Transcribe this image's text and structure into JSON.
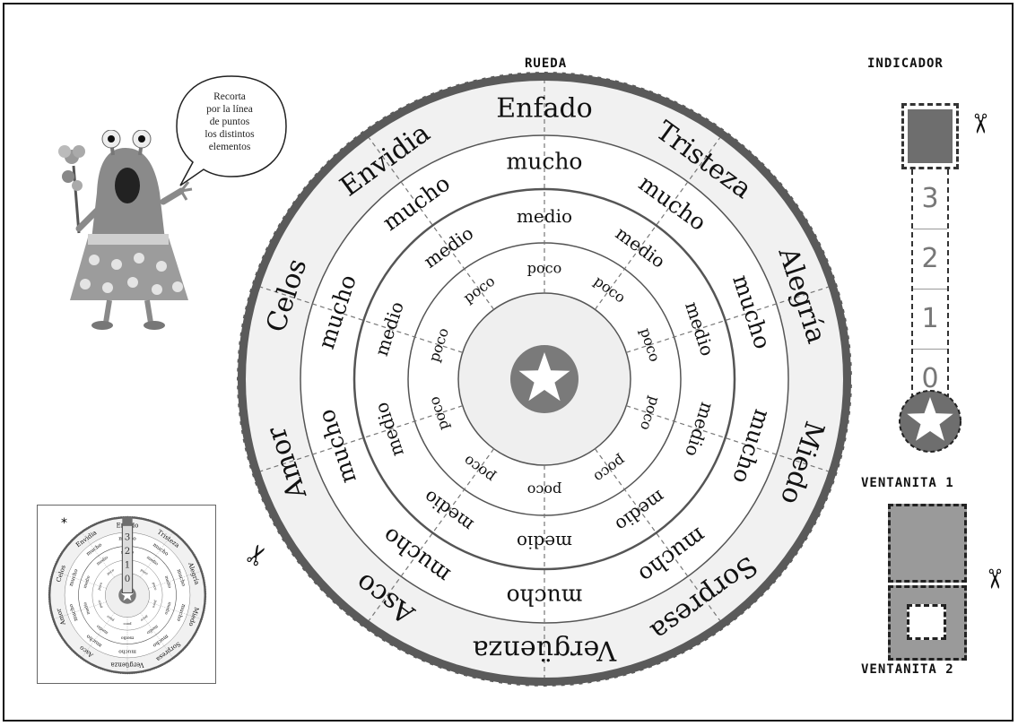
{
  "titles": {
    "wheel": "RUEDA",
    "indicator": "INDICADOR",
    "window1": "VENTANITA 1",
    "window2": "VENTANITA 2"
  },
  "speech_bubble": [
    "Recorta",
    "por la línea",
    "de puntos",
    "los distintos",
    "elementos"
  ],
  "emotions": [
    "Celos",
    "Envidia",
    "Enfado",
    "Tristeza",
    "Alegría",
    "Miedo",
    "Sorpresa",
    "Vergüenza",
    "Asco",
    "Amor"
  ],
  "levels": {
    "outer": "mucho",
    "middle": "medio",
    "inner": "poco"
  },
  "indicator_numbers": [
    "3",
    "2",
    "1",
    "0"
  ],
  "thumbnail_mark": "*",
  "icons": {
    "scissors": "scissors-icon",
    "star": "star-icon",
    "monster": "monster-illustration",
    "arrow": "double-arrow-icon"
  },
  "colors": {
    "ink": "#111111",
    "ring_outer": "#555555",
    "ring_light": "#f2f2f2",
    "star_disc": "#7a7a7a",
    "indicator_fill": "#6e6e6e",
    "window_fill": "#9a9a9a"
  }
}
